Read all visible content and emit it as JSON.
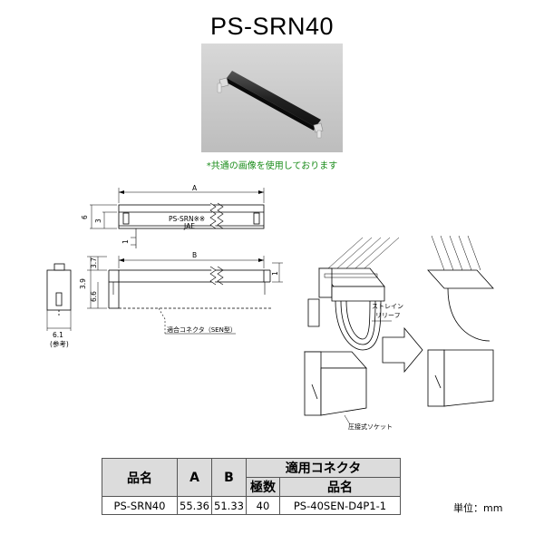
{
  "title": "PS-SRN40",
  "photo_note": "*共通の画像を使用しております",
  "drawing": {
    "dim_A": "A",
    "dim_B": "B",
    "dim_6": "6",
    "dim_3": "3",
    "dim_1a": "1",
    "dim_1b": "1",
    "dim_39": "3.9",
    "dim_37": "3.7",
    "dim_66": "6.6",
    "dim_61": "6.1",
    "ref": "(参考)",
    "marking_1": "PS-SRN※※",
    "marking_2": "JAE",
    "connector_label": "適合コネクタ（SEN型）",
    "strain_relief_1": "ストレイン",
    "strain_relief_2": "リリーフ",
    "socket_label": "圧接式ソケット"
  },
  "spec_table": {
    "head_part": "品名",
    "head_a": "A",
    "head_b": "B",
    "head_conn": "適用コネクタ",
    "head_poles": "極数",
    "head_conn_part": "品名",
    "rows": [
      {
        "part": "PS-SRN40",
        "a": "55.36",
        "b": "51.33",
        "poles": "40",
        "conn": "PS-40SEN-D4P1-1"
      }
    ]
  },
  "unit": "単位：mm"
}
